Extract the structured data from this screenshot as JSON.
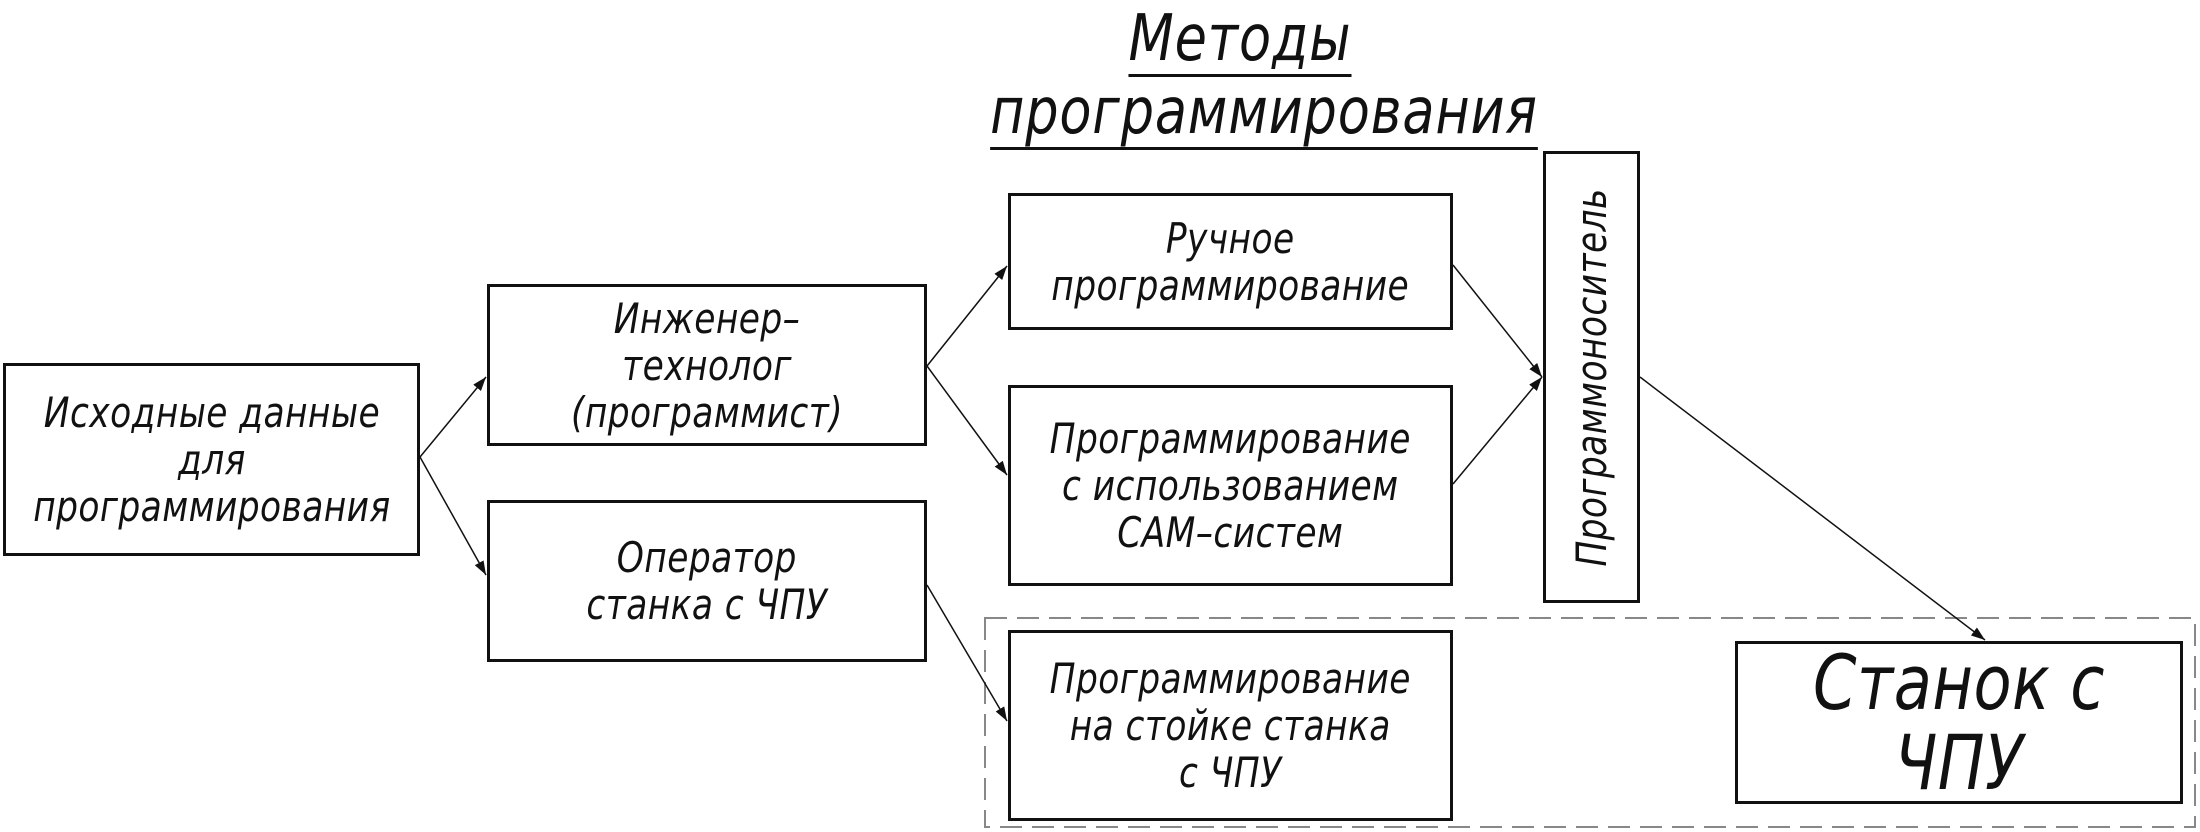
{
  "title": {
    "line1": "Методы",
    "line2": "программирования"
  },
  "nodes": {
    "initial_data": "Исходные данные\nдля\nпрограммирования",
    "engineer": "Инженер–технолог\n(программист)",
    "operator": "Оператор\nстанка с ЧПУ",
    "manual": "Ручное\nпрограммирование",
    "cam": "Программирование\nс использованием\nCAM–систем",
    "on_rack": "Программирование\nна стойке станка\nс ЧПУ",
    "carrier": "Программоноситель",
    "machine": "Станок с ЧПУ"
  },
  "colors": {
    "line": "#111111",
    "dashed_group": "#888888",
    "background": "#ffffff"
  },
  "dashed_group_style": "dashed"
}
